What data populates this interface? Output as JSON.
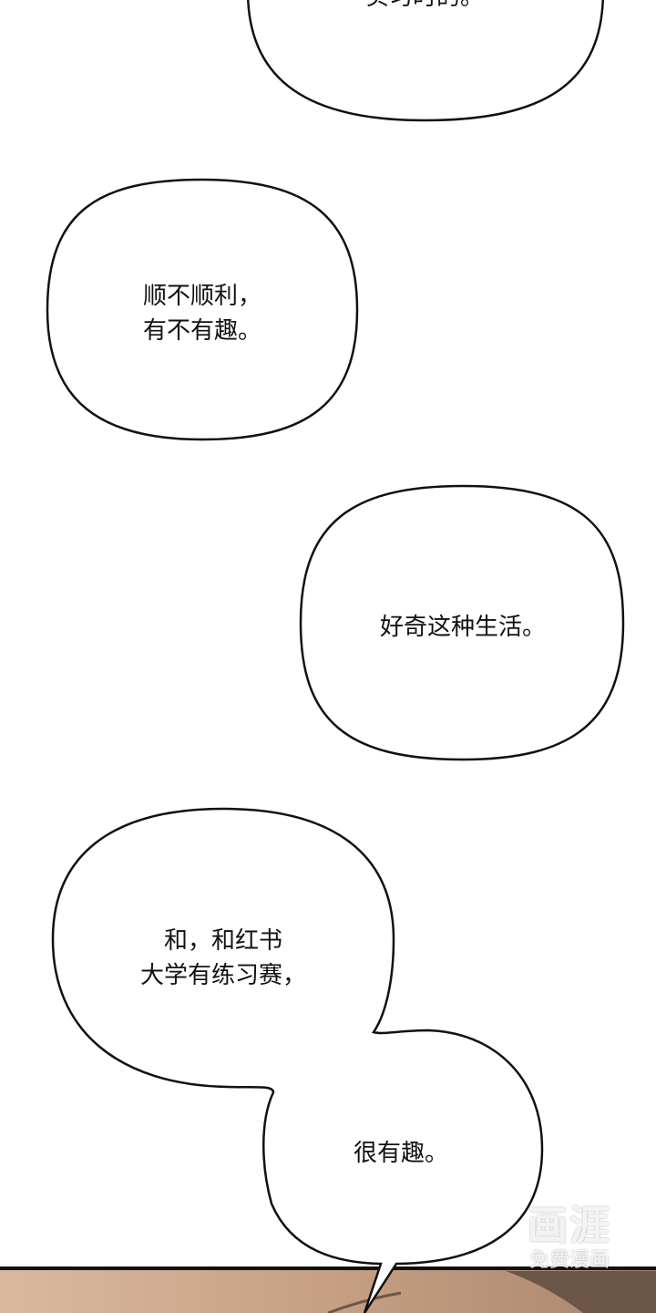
{
  "bubbles": [
    {
      "lines": [
        "实习时的。"
      ]
    },
    {
      "lines": [
        "顺不顺利，",
        "有不有趣。"
      ]
    },
    {
      "lines": [
        "好奇这种生活。"
      ]
    },
    {
      "lines": [
        "和，和红书",
        "大学有练习赛，"
      ]
    },
    {
      "lines": [
        "很有趣。"
      ]
    }
  ],
  "watermark": {
    "logo": "画涯",
    "tagline": "免费漫画"
  },
  "colors": {
    "panel": "#c9a58a",
    "panel_dark": "#8a6b55",
    "hair": "#6b5647"
  }
}
